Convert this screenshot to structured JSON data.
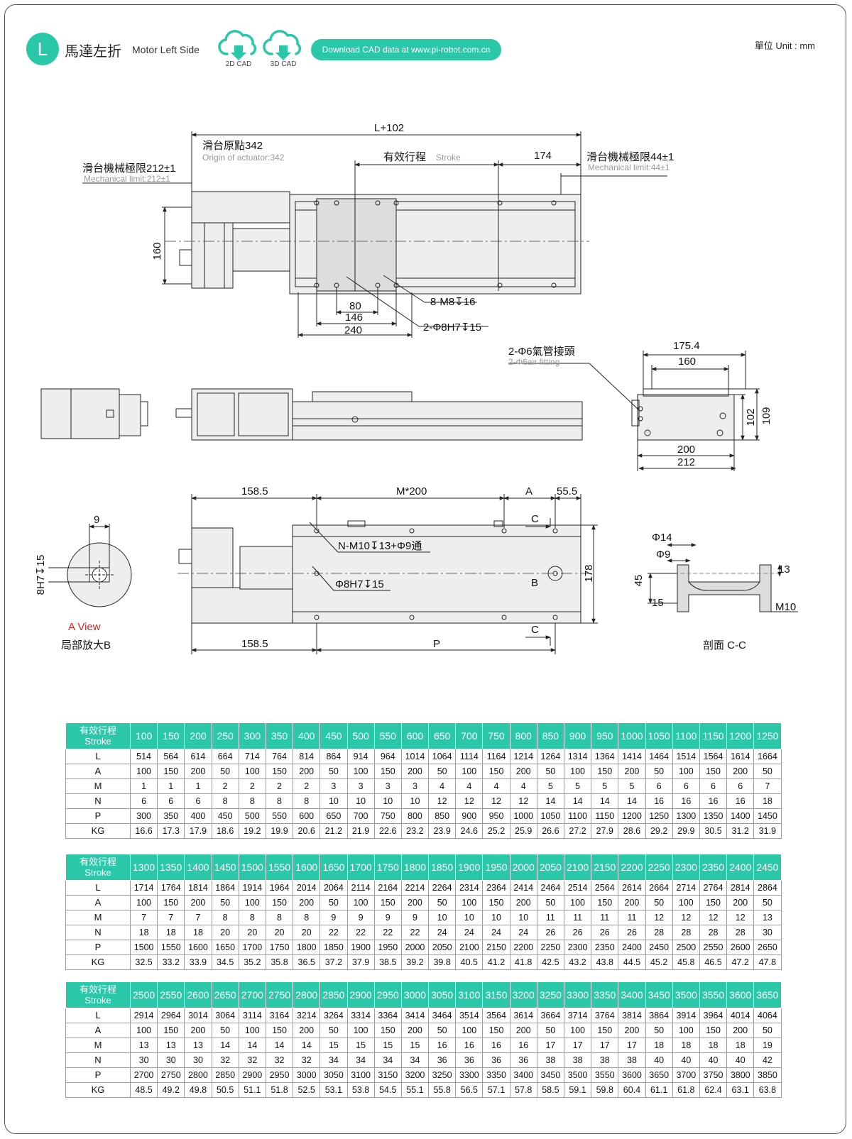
{
  "header": {
    "badge": "L",
    "title_zh": "馬達左折",
    "title_en": "Motor Left Side",
    "cad_2d": "2D CAD",
    "cad_3d": "3D CAD",
    "download": "Download CAD data at www.pi-robot.com.cn",
    "unit": "單位 Unit : mm",
    "accent_color": "#2bc7a9"
  },
  "drawing": {
    "top_view": {
      "overall": "L+102",
      "origin_zh": "滑台原點342",
      "origin_en": "Origin of actuator:342",
      "stroke_zh": "有效行程",
      "stroke_en": "Stroke",
      "dim_174": "174",
      "mech_left_zh": "滑台機械極限212±1",
      "mech_left_en": "Mechanical limit:212±1",
      "mech_right_zh": "滑台機械極限44±1",
      "mech_right_en": "Mechanical limit:44±1",
      "height": "160",
      "d80": "80",
      "d146": "146",
      "d240": "240",
      "holes_m8": "8-M8↧16",
      "holes_pin": "2-Φ8H7↧15"
    },
    "end_view": {
      "fitting_zh": "2-Φ6氣管接頭",
      "fitting_en": "2-Φ6air fitting",
      "w175": "175.4",
      "w160": "160",
      "h102": "102",
      "h109": "109",
      "w200": "200",
      "w212": "212"
    },
    "bottom_view": {
      "d158_top": "158.5",
      "m200": "M*200",
      "a": "A",
      "d55": "55.5",
      "c_top": "C",
      "c_bot": "C",
      "holes_n": "N-M10↧13+Φ9通",
      "pin": "Φ8H7↧15",
      "b": "B",
      "h178": "178",
      "d158_bot": "158.5",
      "p": "P"
    },
    "detail_b": {
      "w9": "9",
      "pin": "8H7↧15",
      "view": "A View",
      "name": "局部放大B"
    },
    "section_cc": {
      "d14": "Φ14",
      "d9": "Φ9",
      "d45": "45",
      "d15": "15",
      "d13": "13",
      "m10": "M10",
      "name": "剖面 C-C"
    }
  },
  "tables": [
    {
      "header_zh": "有效行程",
      "header_en": "Stroke",
      "strokes": [
        "100",
        "150",
        "200",
        "250",
        "300",
        "350",
        "400",
        "450",
        "500",
        "550",
        "600",
        "650",
        "700",
        "750",
        "800",
        "850",
        "900",
        "950",
        "1000",
        "1050",
        "1100",
        "1150",
        "1200",
        "1250"
      ],
      "rows": [
        {
          "label": "L",
          "values": [
            "514",
            "564",
            "614",
            "664",
            "714",
            "764",
            "814",
            "864",
            "914",
            "964",
            "1014",
            "1064",
            "1114",
            "1164",
            "1214",
            "1264",
            "1314",
            "1364",
            "1414",
            "1464",
            "1514",
            "1564",
            "1614",
            "1664"
          ]
        },
        {
          "label": "A",
          "values": [
            "100",
            "150",
            "200",
            "50",
            "100",
            "150",
            "200",
            "50",
            "100",
            "150",
            "200",
            "50",
            "100",
            "150",
            "200",
            "50",
            "100",
            "150",
            "200",
            "50",
            "100",
            "150",
            "200",
            "50"
          ]
        },
        {
          "label": "M",
          "values": [
            "1",
            "1",
            "1",
            "2",
            "2",
            "2",
            "2",
            "3",
            "3",
            "3",
            "3",
            "4",
            "4",
            "4",
            "4",
            "5",
            "5",
            "5",
            "5",
            "6",
            "6",
            "6",
            "6",
            "7"
          ]
        },
        {
          "label": "N",
          "values": [
            "6",
            "6",
            "6",
            "8",
            "8",
            "8",
            "8",
            "10",
            "10",
            "10",
            "10",
            "12",
            "12",
            "12",
            "12",
            "14",
            "14",
            "14",
            "14",
            "16",
            "16",
            "16",
            "16",
            "18"
          ]
        },
        {
          "label": "P",
          "values": [
            "300",
            "350",
            "400",
            "450",
            "500",
            "550",
            "600",
            "650",
            "700",
            "750",
            "800",
            "850",
            "900",
            "950",
            "1000",
            "1050",
            "1100",
            "1150",
            "1200",
            "1250",
            "1300",
            "1350",
            "1400",
            "1450"
          ]
        },
        {
          "label": "KG",
          "values": [
            "16.6",
            "17.3",
            "17.9",
            "18.6",
            "19.2",
            "19.9",
            "20.6",
            "21.2",
            "21.9",
            "22.6",
            "23.2",
            "23.9",
            "24.6",
            "25.2",
            "25.9",
            "26.6",
            "27.2",
            "27.9",
            "28.6",
            "29.2",
            "29.9",
            "30.5",
            "31.2",
            "31.9"
          ]
        }
      ]
    },
    {
      "header_zh": "有效行程",
      "header_en": "Stroke",
      "strokes": [
        "1300",
        "1350",
        "1400",
        "1450",
        "1500",
        "1550",
        "1600",
        "1650",
        "1700",
        "1750",
        "1800",
        "1850",
        "1900",
        "1950",
        "2000",
        "2050",
        "2100",
        "2150",
        "2200",
        "2250",
        "2300",
        "2350",
        "2400",
        "2450"
      ],
      "rows": [
        {
          "label": "L",
          "values": [
            "1714",
            "1764",
            "1814",
            "1864",
            "1914",
            "1964",
            "2014",
            "2064",
            "2114",
            "2164",
            "2214",
            "2264",
            "2314",
            "2364",
            "2414",
            "2464",
            "2514",
            "2564",
            "2614",
            "2664",
            "2714",
            "2764",
            "2814",
            "2864"
          ]
        },
        {
          "label": "A",
          "values": [
            "100",
            "150",
            "200",
            "50",
            "100",
            "150",
            "200",
            "50",
            "100",
            "150",
            "200",
            "50",
            "100",
            "150",
            "200",
            "50",
            "100",
            "150",
            "200",
            "50",
            "100",
            "150",
            "200",
            "50"
          ]
        },
        {
          "label": "M",
          "values": [
            "7",
            "7",
            "7",
            "8",
            "8",
            "8",
            "8",
            "9",
            "9",
            "9",
            "9",
            "10",
            "10",
            "10",
            "10",
            "11",
            "11",
            "11",
            "11",
            "12",
            "12",
            "12",
            "12",
            "13"
          ]
        },
        {
          "label": "N",
          "values": [
            "18",
            "18",
            "18",
            "20",
            "20",
            "20",
            "20",
            "22",
            "22",
            "22",
            "22",
            "24",
            "24",
            "24",
            "24",
            "26",
            "26",
            "26",
            "26",
            "28",
            "28",
            "28",
            "28",
            "30"
          ]
        },
        {
          "label": "P",
          "values": [
            "1500",
            "1550",
            "1600",
            "1650",
            "1700",
            "1750",
            "1800",
            "1850",
            "1900",
            "1950",
            "2000",
            "2050",
            "2100",
            "2150",
            "2200",
            "2250",
            "2300",
            "2350",
            "2400",
            "2450",
            "2500",
            "2550",
            "2600",
            "2650"
          ]
        },
        {
          "label": "KG",
          "values": [
            "32.5",
            "33.2",
            "33.9",
            "34.5",
            "35.2",
            "35.8",
            "36.5",
            "37.2",
            "37.9",
            "38.5",
            "39.2",
            "39.8",
            "40.5",
            "41.2",
            "41.8",
            "42.5",
            "43.2",
            "43.8",
            "44.5",
            "45.2",
            "45.8",
            "46.5",
            "47.2",
            "47.8"
          ]
        }
      ]
    },
    {
      "header_zh": "有效行程",
      "header_en": "Stroke",
      "strokes": [
        "2500",
        "2550",
        "2600",
        "2650",
        "2700",
        "2750",
        "2800",
        "2850",
        "2900",
        "2950",
        "3000",
        "3050",
        "3100",
        "3150",
        "3200",
        "3250",
        "3300",
        "3350",
        "3400",
        "3450",
        "3500",
        "3550",
        "3600",
        "3650"
      ],
      "rows": [
        {
          "label": "L",
          "values": [
            "2914",
            "2964",
            "3014",
            "3064",
            "3114",
            "3164",
            "3214",
            "3264",
            "3314",
            "3364",
            "3414",
            "3464",
            "3514",
            "3564",
            "3614",
            "3664",
            "3714",
            "3764",
            "3814",
            "3864",
            "3914",
            "3964",
            "4014",
            "4064"
          ]
        },
        {
          "label": "A",
          "values": [
            "100",
            "150",
            "200",
            "50",
            "100",
            "150",
            "200",
            "50",
            "100",
            "150",
            "200",
            "50",
            "100",
            "150",
            "200",
            "50",
            "100",
            "150",
            "200",
            "50",
            "100",
            "150",
            "200",
            "50"
          ]
        },
        {
          "label": "M",
          "values": [
            "13",
            "13",
            "13",
            "14",
            "14",
            "14",
            "14",
            "15",
            "15",
            "15",
            "15",
            "16",
            "16",
            "16",
            "16",
            "17",
            "17",
            "17",
            "17",
            "18",
            "18",
            "18",
            "18",
            "19"
          ]
        },
        {
          "label": "N",
          "values": [
            "30",
            "30",
            "30",
            "32",
            "32",
            "32",
            "32",
            "34",
            "34",
            "34",
            "34",
            "36",
            "36",
            "36",
            "36",
            "38",
            "38",
            "38",
            "38",
            "40",
            "40",
            "40",
            "40",
            "42"
          ]
        },
        {
          "label": "P",
          "values": [
            "2700",
            "2750",
            "2800",
            "2850",
            "2900",
            "2950",
            "3000",
            "3050",
            "3100",
            "3150",
            "3200",
            "3250",
            "3300",
            "3350",
            "3400",
            "3450",
            "3500",
            "3550",
            "3600",
            "3650",
            "3700",
            "3750",
            "3800",
            "3850"
          ]
        },
        {
          "label": "KG",
          "values": [
            "48.5",
            "49.2",
            "49.8",
            "50.5",
            "51.1",
            "51.8",
            "52.5",
            "53.1",
            "53.8",
            "54.5",
            "55.1",
            "55.8",
            "56.5",
            "57.1",
            "57.8",
            "58.5",
            "59.1",
            "59.8",
            "60.4",
            "61.1",
            "61.8",
            "62.4",
            "63.1",
            "63.8"
          ]
        }
      ]
    }
  ]
}
